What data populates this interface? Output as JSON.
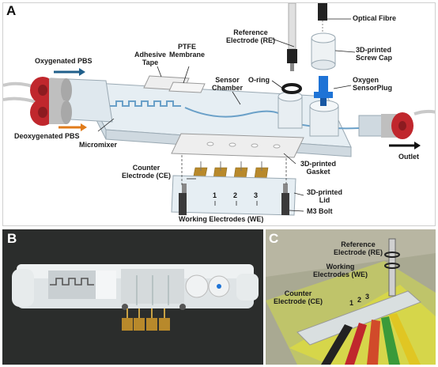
{
  "panels": {
    "a": {
      "letter": "A"
    },
    "b": {
      "letter": "B"
    },
    "c": {
      "letter": "C"
    }
  },
  "labels_a": {
    "optical_fibre": "Optical Fibre",
    "reference_electrode_l1": "Reference",
    "reference_electrode_l2": "Electrode (RE)",
    "screw_cap_l1": "3D-printed",
    "screw_cap_l2": "Screw Cap",
    "oxygenated_pbs": "Oxygenated PBS",
    "adhesive_tape_l1": "Adhesive",
    "adhesive_tape_l2": "Tape",
    "ptfe_membrane_l1": "PTFE",
    "ptfe_membrane_l2": "Membrane",
    "o_ring": "O-ring",
    "oxygen_sensorplug_l1": "Oxygen",
    "oxygen_sensorplug_l2": "SensorPlug",
    "sensor_chamber_l1": "Sensor",
    "sensor_chamber_l2": "Chamber",
    "deoxygenated_pbs": "Deoxygenated PBS",
    "micromixer": "Micromixer",
    "outlet": "Outlet",
    "counter_electrode_l1": "Counter",
    "counter_electrode_l2": "Electrode (CE)",
    "gasket_l1": "3D-printed",
    "gasket_l2": "Gasket",
    "lid_l1": "3D-printed",
    "lid_l2": "Lid",
    "m3_bolt": "M3 Bolt",
    "working_electrodes": "Working Electrodes (WE)",
    "we_1": "1",
    "we_2": "2",
    "we_3": "3"
  },
  "labels_c": {
    "reference_electrode_l1": "Reference",
    "reference_electrode_l2": "Electrode (RE)",
    "working_electrodes_l1": "Working",
    "working_electrodes_l2": "Electrodes (WE)",
    "counter_electrode_l1": "Counter",
    "counter_electrode_l2": "Electrode (CE)",
    "we_1": "1",
    "we_2": "2",
    "we_3": "3"
  },
  "colors": {
    "oxygenated_arrow": "#1f5f8b",
    "deoxygenated_arrow": "#e07b1a",
    "cap_red": "#c0272d",
    "sensorplug_blue": "#1e73d6",
    "electrode_gold": "#b8892b",
    "channel_blue": "#6aa0c8"
  }
}
